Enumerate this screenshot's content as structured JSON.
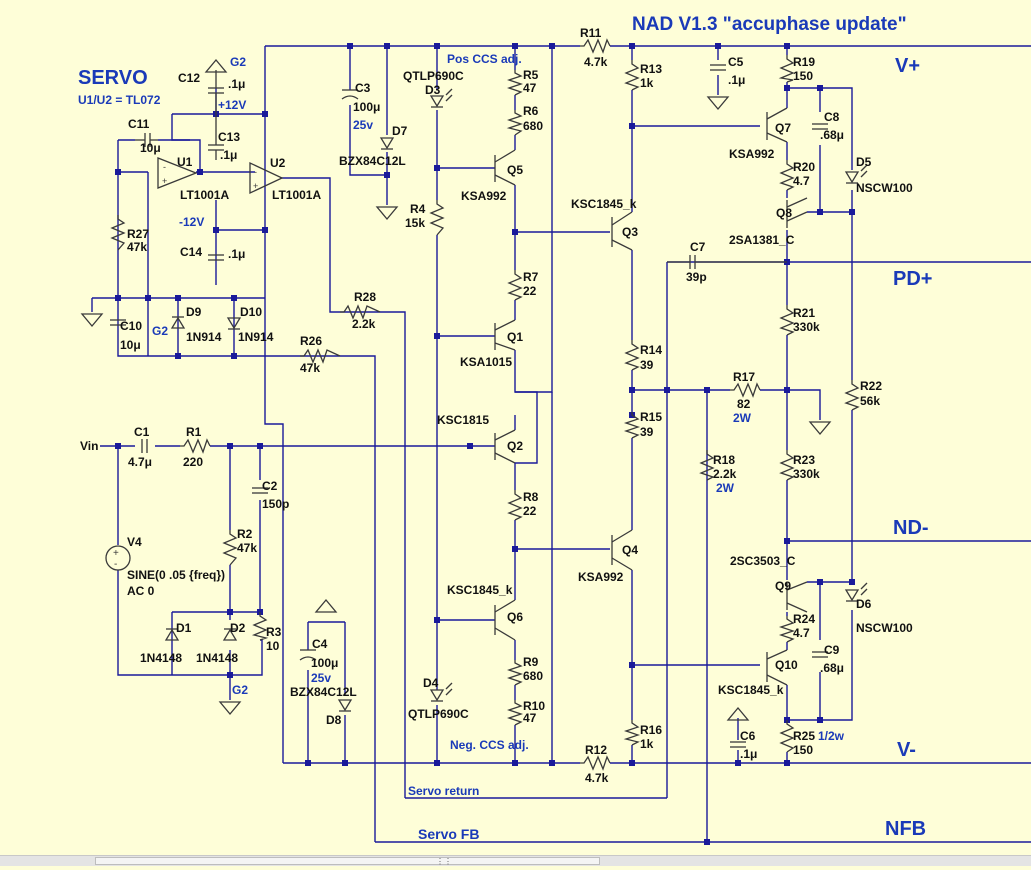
{
  "title": "NAD V1.3 \"accuphase update\"",
  "servo": {
    "title": "SERVO",
    "subtitle": "U1/U2 = TL072"
  },
  "nets": {
    "vplus": "V+",
    "pdplus": "PD+",
    "ndminus": "ND-",
    "vminus": "V-",
    "nfb": "NFB",
    "vin": "Vin",
    "g2": "G2",
    "plus12": "+12V",
    "minus12": "-12V",
    "servo_return": "Servo return",
    "servo_fb": "Servo FB",
    "pos_ccs": "Pos CCS adj.",
    "neg_ccs": "Neg. CCS adj."
  },
  "components": [
    {
      "ref": "C12",
      "value": ".1μ"
    },
    {
      "ref": "C11",
      "value": "10μ"
    },
    {
      "ref": "C13",
      "value": ".1μ"
    },
    {
      "ref": "U1",
      "value": "LT1001A"
    },
    {
      "ref": "U2",
      "value": "LT1001A"
    },
    {
      "ref": "R27",
      "value": "47k"
    },
    {
      "ref": "C14",
      "value": ".1μ"
    },
    {
      "ref": "C10",
      "value": "10μ"
    },
    {
      "ref": "D9",
      "value": "1N914"
    },
    {
      "ref": "D10",
      "value": "1N914"
    },
    {
      "ref": "R28",
      "value": "2.2k"
    },
    {
      "ref": "R26",
      "value": "47k"
    },
    {
      "ref": "C3",
      "value": "100μ",
      "note": "25v"
    },
    {
      "ref": "D7",
      "value": "BZX84C12L"
    },
    {
      "ref": "D3",
      "value": "QTLP690C"
    },
    {
      "ref": "R4",
      "value": "15k"
    },
    {
      "ref": "R5",
      "value": "47"
    },
    {
      "ref": "R6",
      "value": "680"
    },
    {
      "ref": "Q5",
      "value": "KSA992"
    },
    {
      "ref": "R7",
      "value": "22"
    },
    {
      "ref": "Q1",
      "value": "KSA1015"
    },
    {
      "ref": "Q2",
      "value": "KSC1815"
    },
    {
      "ref": "R8",
      "value": "22"
    },
    {
      "ref": "Q6",
      "value": "KSC1845_k"
    },
    {
      "ref": "R9",
      "value": "680"
    },
    {
      "ref": "R10",
      "value": "47"
    },
    {
      "ref": "D4",
      "value": "QTLP690C"
    },
    {
      "ref": "C4",
      "value": "100μ",
      "note": "25v"
    },
    {
      "ref": "D8",
      "value": "BZX84C12L"
    },
    {
      "ref": "C1",
      "value": "4.7μ"
    },
    {
      "ref": "R1",
      "value": "220"
    },
    {
      "ref": "C2",
      "value": "150p"
    },
    {
      "ref": "R2",
      "value": "47k"
    },
    {
      "ref": "V4",
      "value": "SINE(0 .05 {freq})",
      "note": "AC 0"
    },
    {
      "ref": "D1",
      "value": "1N4148"
    },
    {
      "ref": "D2",
      "value": "1N4148"
    },
    {
      "ref": "R3",
      "value": "10"
    },
    {
      "ref": "R11",
      "value": "4.7k"
    },
    {
      "ref": "R13",
      "value": "1k"
    },
    {
      "ref": "Q3",
      "value": "KSC1845_k"
    },
    {
      "ref": "R14",
      "value": "39"
    },
    {
      "ref": "R15",
      "value": "39"
    },
    {
      "ref": "Q4",
      "value": "KSA992"
    },
    {
      "ref": "R16",
      "value": "1k"
    },
    {
      "ref": "R12",
      "value": "4.7k"
    },
    {
      "ref": "C5",
      "value": ".1μ"
    },
    {
      "ref": "C6",
      "value": ".1μ"
    },
    {
      "ref": "C7",
      "value": "39p"
    },
    {
      "ref": "R17",
      "value": "82",
      "note": "2W"
    },
    {
      "ref": "R18",
      "value": "2.2k",
      "note": "2W"
    },
    {
      "ref": "R19",
      "value": "150"
    },
    {
      "ref": "Q7",
      "value": "KSA992"
    },
    {
      "ref": "C8",
      "value": ".68μ"
    },
    {
      "ref": "R20",
      "value": "4.7"
    },
    {
      "ref": "D5",
      "value": "NSCW100"
    },
    {
      "ref": "Q8",
      "value": "2SA1381_C"
    },
    {
      "ref": "R21",
      "value": "330k"
    },
    {
      "ref": "R22",
      "value": "56k"
    },
    {
      "ref": "R23",
      "value": "330k"
    },
    {
      "ref": "Q9",
      "value": "2SC3503_C"
    },
    {
      "ref": "R24",
      "value": "4.7"
    },
    {
      "ref": "D6",
      "value": "NSCW100"
    },
    {
      "ref": "C9",
      "value": ".68μ"
    },
    {
      "ref": "Q10",
      "value": "KSC1845_k"
    },
    {
      "ref": "R25",
      "value": "150",
      "note": "1/2w"
    }
  ]
}
